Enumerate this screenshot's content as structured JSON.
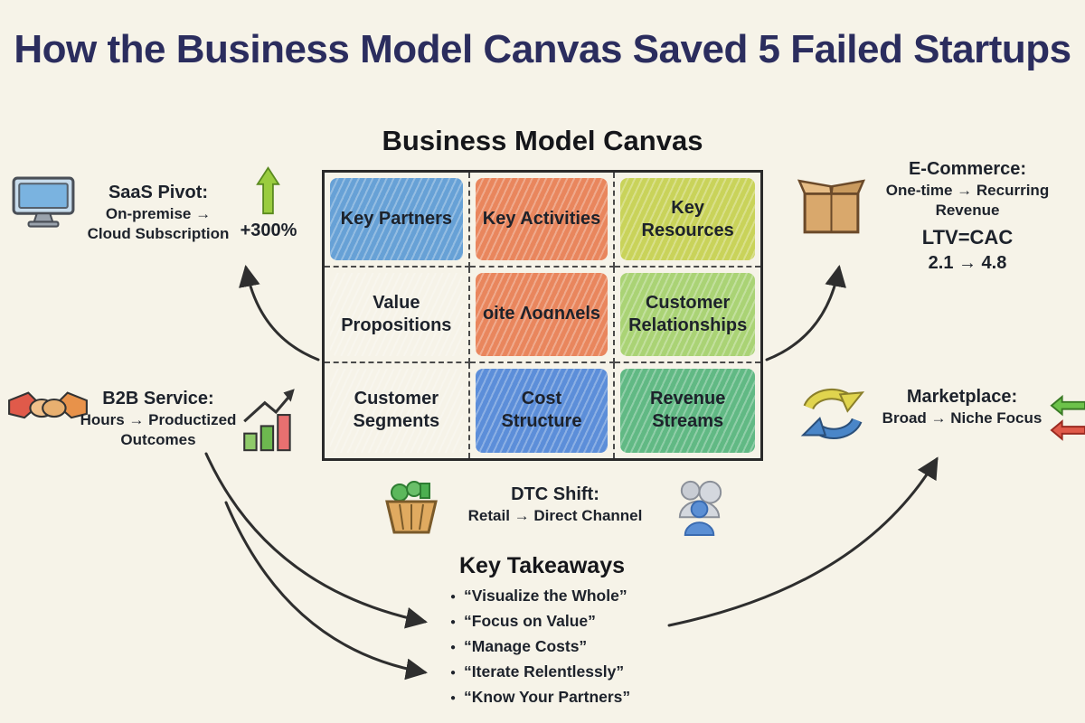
{
  "title": "How the Business Model Canvas Saved 5 Failed Startups",
  "canvas": {
    "title": "Business Model Canvas",
    "cells": [
      {
        "label": "Key Partners",
        "color": "#5b9bd5"
      },
      {
        "label": "Key Activities",
        "color": "#e87d52"
      },
      {
        "label": "Key Resources",
        "color": "#c6d14f"
      },
      {
        "label": "Value Propositions",
        "color": ""
      },
      {
        "label": "oite Ʌoɑnʌels",
        "color": "#e87d52"
      },
      {
        "label": "Customer Relationships",
        "color": "#a4d16c"
      },
      {
        "label": "Customer Segments",
        "color": ""
      },
      {
        "label": "Cost Structure",
        "color": "#4f86d8"
      },
      {
        "label": "Revenue Streams",
        "color": "#55b57c"
      }
    ]
  },
  "stories": {
    "saas": {
      "title": "SaaS Pivot:",
      "line1": "On-premise →",
      "line2": "Cloud Subscription",
      "metric": "+300%",
      "arrow_color": "#9acc3f"
    },
    "ecommerce": {
      "title": "E-Commerce:",
      "line1": "One-time → Recurring",
      "line2": "Revenue",
      "metric_label": "LTV=CAC",
      "metric": "2.1 → 4.8"
    },
    "b2b": {
      "title": "B2B Service:",
      "line1": "Hours → Productized",
      "line2": "Outcomes"
    },
    "marketplace": {
      "title": "Marketplace:",
      "line1": "Broad → Niche Focus"
    },
    "dtc": {
      "title": "DTC Shift:",
      "line1": "Retail → Direct Channel"
    }
  },
  "takeaways": {
    "title": "Key Takeaways",
    "items": [
      "“Visualize the Whole”",
      "“Focus on Value”",
      "“Manage Costs”",
      "“Iterate Relentlessly”",
      "“Know Your Partners”"
    ]
  }
}
